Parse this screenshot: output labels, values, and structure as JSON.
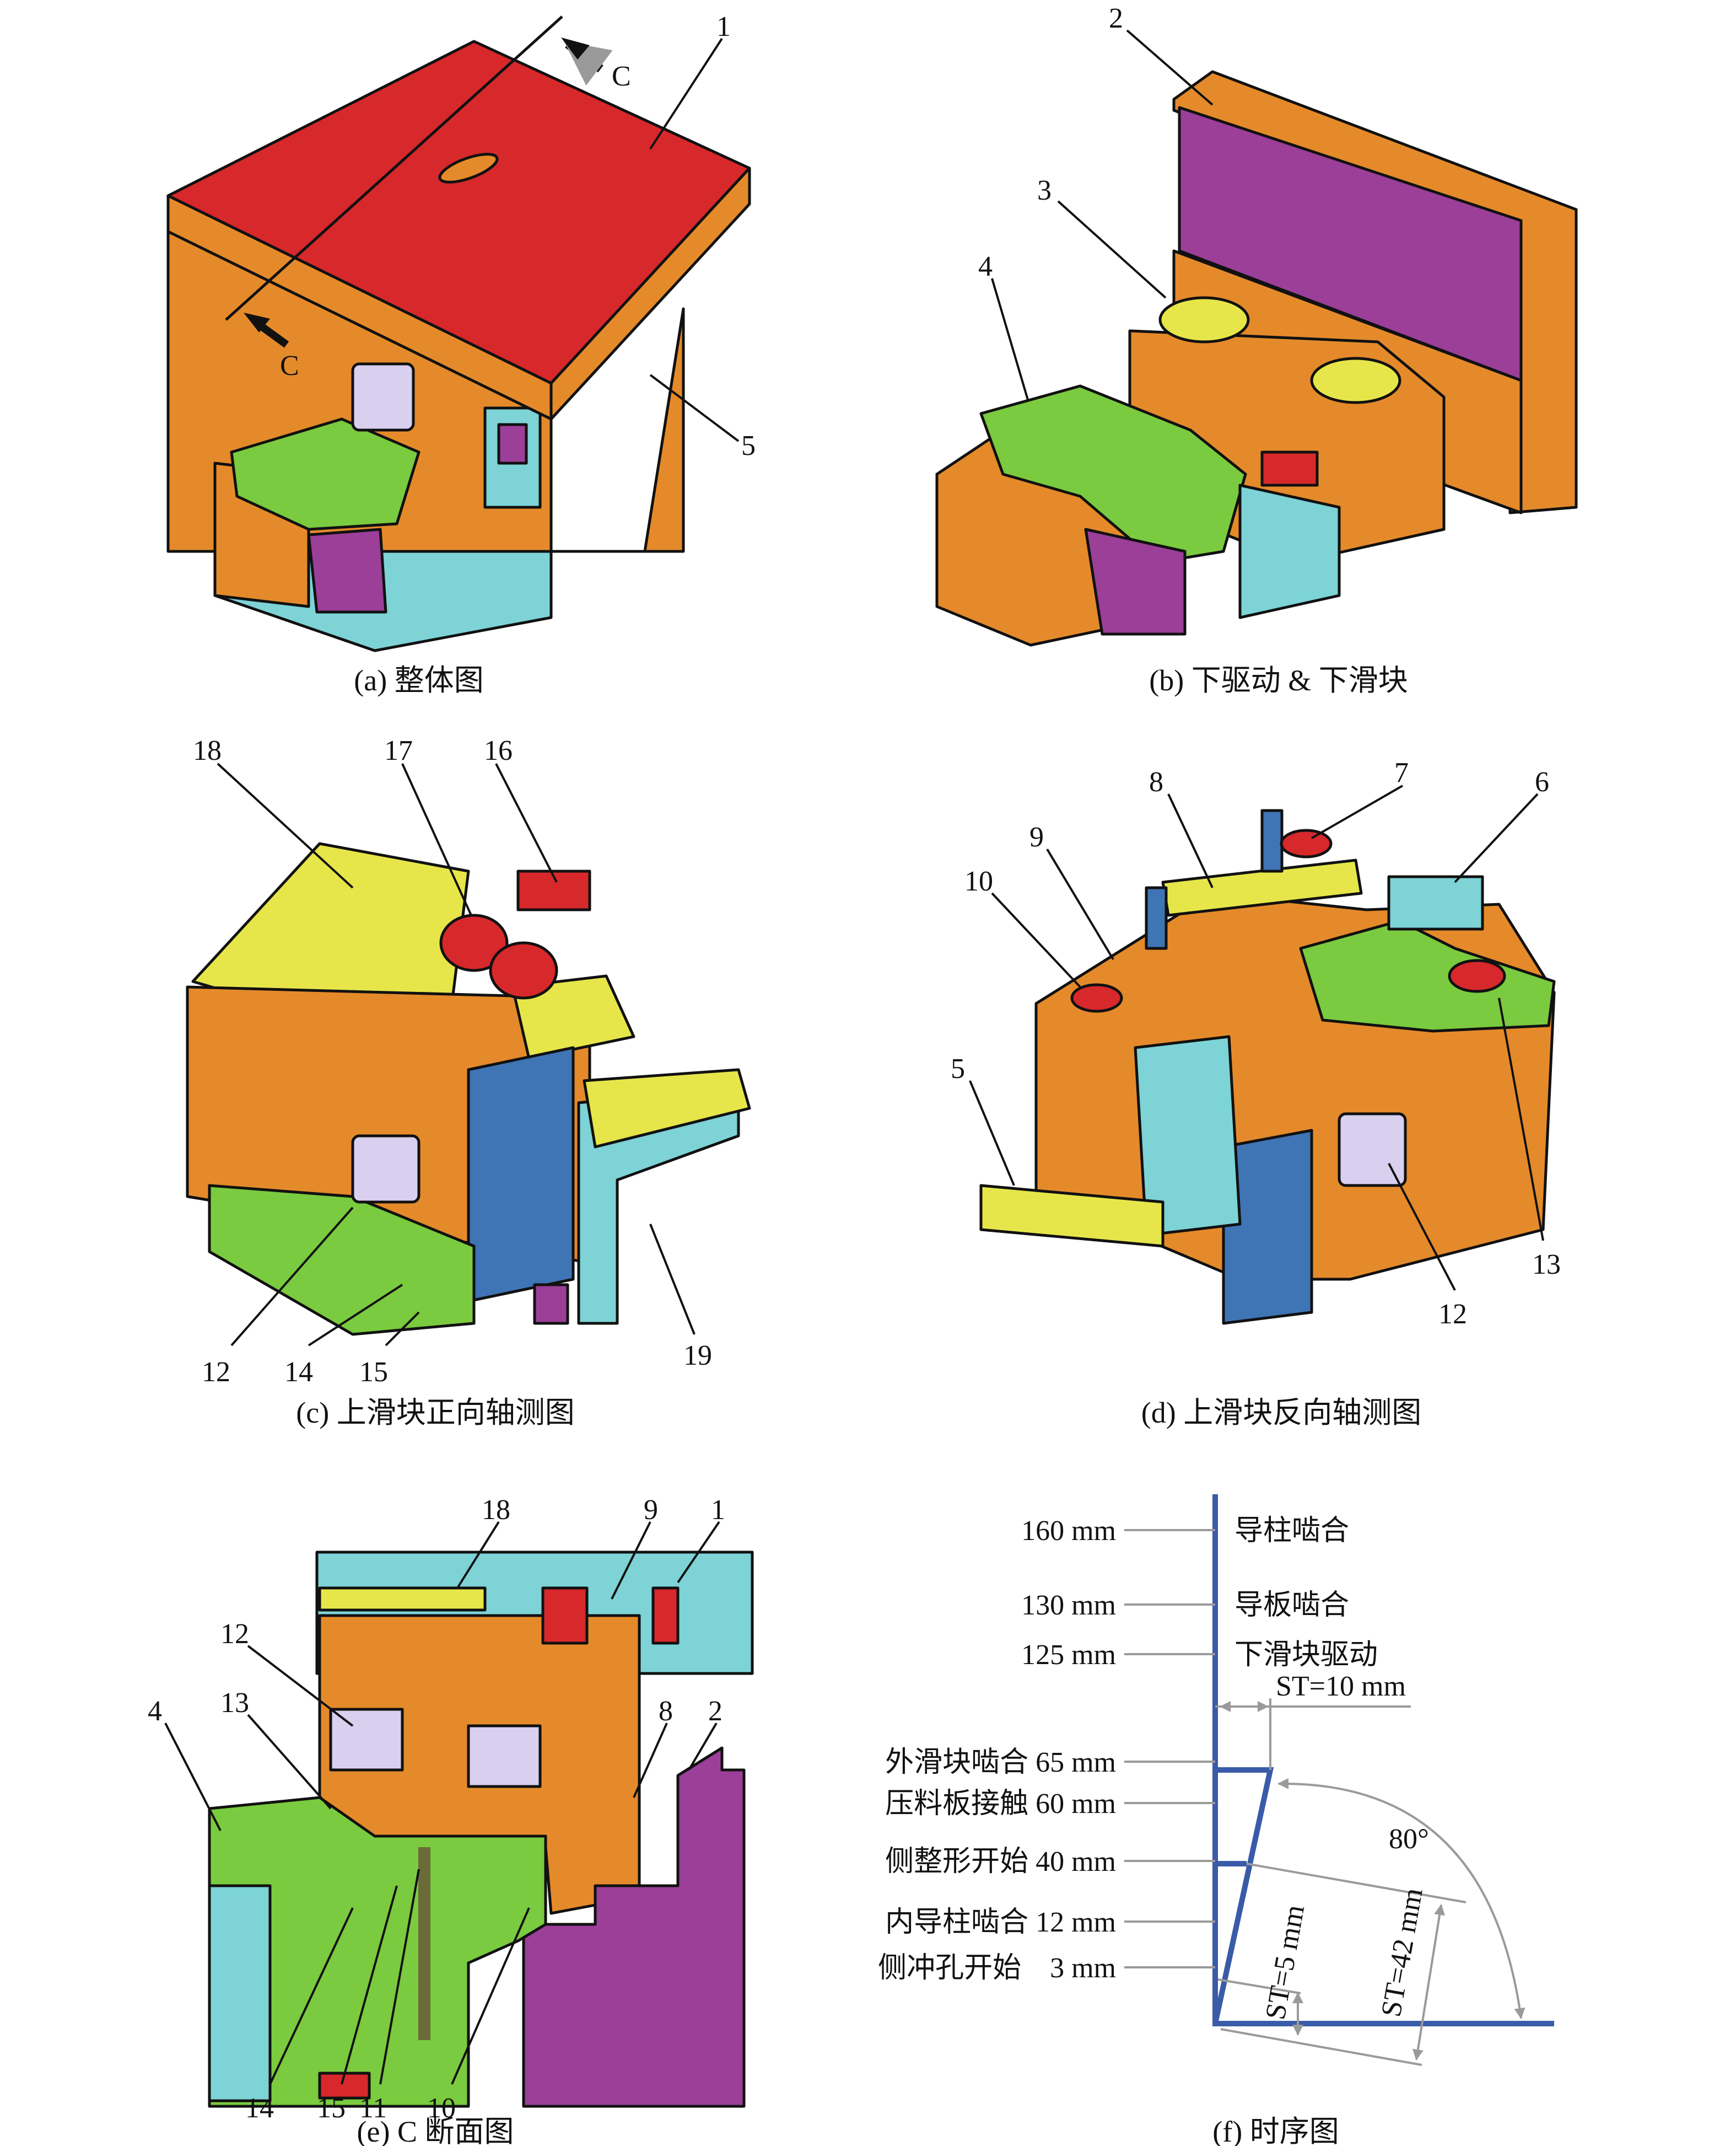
{
  "colors": {
    "orange": "#E58A2A",
    "red": "#D7282B",
    "cyan": "#7DD3D6",
    "purple": "#9B3F98",
    "green": "#7ACB3F",
    "yellow": "#E6E64A",
    "blue": "#3F74B5",
    "lavender": "#D9D0F0",
    "timing_blue": "#3A5BA8",
    "gray": "#9A9A9A"
  },
  "panels": {
    "a": {
      "caption": "(a) 整体图",
      "labels": [
        "1",
        "5"
      ],
      "section_mark": "C"
    },
    "b": {
      "caption": "(b) 下驱动 & 下滑块",
      "labels": [
        "2",
        "3",
        "4"
      ]
    },
    "c": {
      "caption": "(c) 上滑块正向轴测图",
      "labels": [
        "18",
        "17",
        "16",
        "12",
        "14",
        "15",
        "19"
      ]
    },
    "d": {
      "caption": "(d) 上滑块反向轴测图",
      "labels": [
        "8",
        "7",
        "6",
        "9",
        "10",
        "5",
        "13",
        "12"
      ]
    },
    "e": {
      "caption": "(e) C 断面图",
      "labels": [
        "18",
        "9",
        "1",
        "12",
        "13",
        "4",
        "8",
        "2",
        "14",
        "15",
        "11",
        "10"
      ]
    },
    "f": {
      "caption": "(f) 时序图",
      "heights": [
        "160 mm",
        "130 mm",
        "125 mm"
      ],
      "events": [
        "导柱啮合",
        "导板啮合",
        "下滑块驱动",
        "外滑块啮合 65 mm",
        "压料板接触 60 mm",
        "侧整形开始 40 mm",
        "内导柱啮合 12 mm",
        "侧冲孔开始　3 mm"
      ],
      "st10": "ST=10 mm",
      "st5": "ST=5 mm",
      "st42": "ST=42 mm",
      "angle": "80°"
    }
  }
}
